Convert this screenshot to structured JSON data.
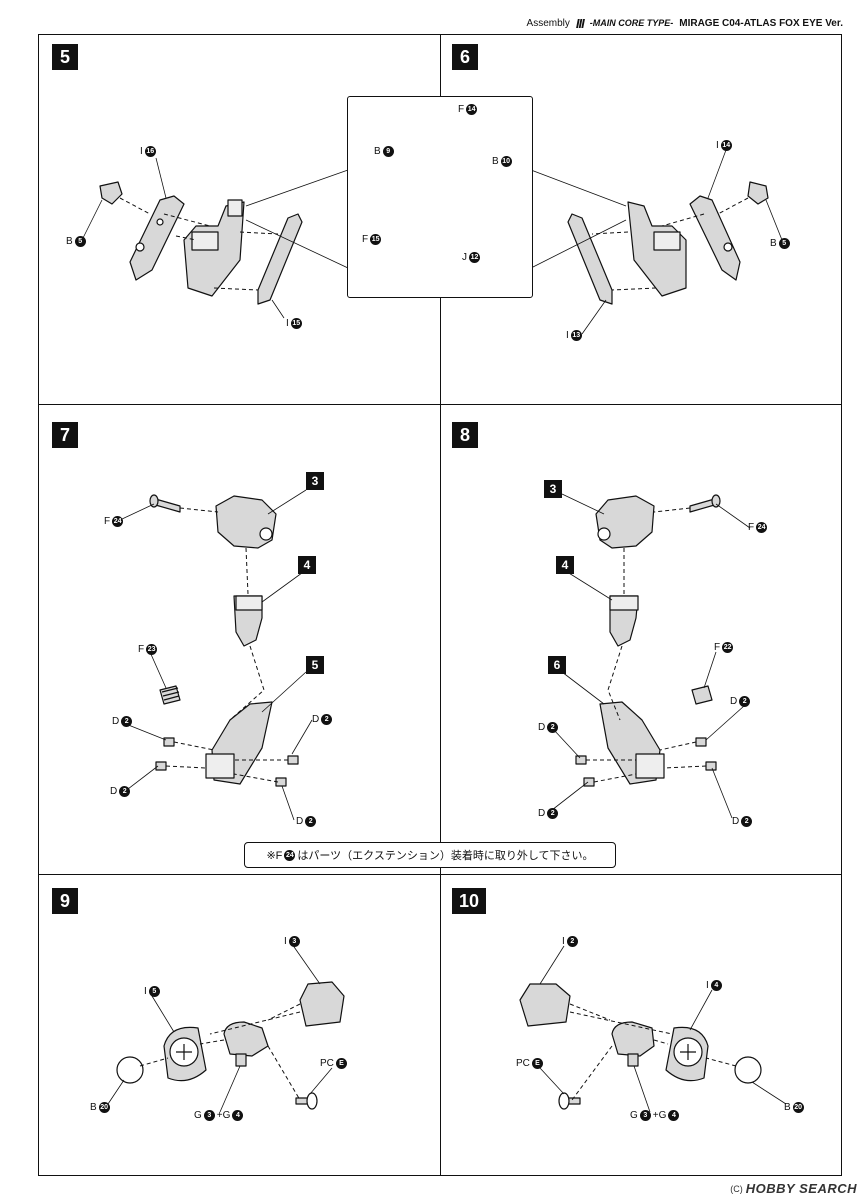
{
  "header": {
    "assembly": "Assembly",
    "roman": "III",
    "series": "-MAIN CORE TYPE-",
    "product": "MIRAGE C04-ATLAS FOX EYE Ver."
  },
  "steps": {
    "s5": "5",
    "s6": "6",
    "s7": "7",
    "s8": "8",
    "s9": "9",
    "s10": "10"
  },
  "step5": {
    "i16": {
      "letter": "I",
      "num": "16"
    },
    "b5": {
      "letter": "B",
      "num": "5"
    },
    "i15": {
      "letter": "I",
      "num": "15"
    }
  },
  "inset": {
    "f14": {
      "letter": "F",
      "num": "14"
    },
    "b9": {
      "letter": "B",
      "num": "9"
    },
    "b10": {
      "letter": "B",
      "num": "10"
    },
    "f15": {
      "letter": "F",
      "num": "15"
    },
    "j12": {
      "letter": "J",
      "num": "12"
    }
  },
  "step6": {
    "i14": {
      "letter": "I",
      "num": "14"
    },
    "b5": {
      "letter": "B",
      "num": "5"
    },
    "i13": {
      "letter": "I",
      "num": "13"
    }
  },
  "step7": {
    "f24": {
      "letter": "F",
      "num": "24"
    },
    "sub3": "3",
    "sub4": "4",
    "sub5": "5",
    "f23": {
      "letter": "F",
      "num": "23"
    },
    "d2a": {
      "letter": "D",
      "num": "2"
    },
    "d2b": {
      "letter": "D",
      "num": "2"
    },
    "d2c": {
      "letter": "D",
      "num": "2"
    },
    "d2d": {
      "letter": "D",
      "num": "2"
    }
  },
  "step8": {
    "f24": {
      "letter": "F",
      "num": "24"
    },
    "sub3": "3",
    "sub4": "4",
    "sub6": "6",
    "f22": {
      "letter": "F",
      "num": "22"
    },
    "d2a": {
      "letter": "D",
      "num": "2"
    },
    "d2b": {
      "letter": "D",
      "num": "2"
    },
    "d2c": {
      "letter": "D",
      "num": "2"
    },
    "d2d": {
      "letter": "D",
      "num": "2"
    }
  },
  "note": {
    "prefix": "※F",
    "num": "24",
    "text": "はパーツ（エクステンション）装着時に取り外して下さい。"
  },
  "step9": {
    "i3": {
      "letter": "I",
      "num": "3"
    },
    "i5": {
      "letter": "I",
      "num": "5"
    },
    "b20": {
      "letter": "B",
      "num": "20"
    },
    "g": {
      "letter": "G",
      "num1": "3",
      "plus": "+G",
      "num2": "4"
    },
    "pc": {
      "letter": "PC",
      "num": "E"
    }
  },
  "step10": {
    "i2": {
      "letter": "I",
      "num": "2"
    },
    "i4": {
      "letter": "I",
      "num": "4"
    },
    "b20": {
      "letter": "B",
      "num": "20"
    },
    "g": {
      "letter": "G",
      "num1": "3",
      "plus": "+G",
      "num2": "4"
    },
    "pc": {
      "letter": "PC",
      "num": "E"
    }
  },
  "watermark": {
    "copy": "(C)",
    "brand": "HOBBY SEARCH"
  },
  "colors": {
    "ink": "#111111",
    "paper": "#ffffff",
    "part_fill": "#d8d8d8"
  }
}
